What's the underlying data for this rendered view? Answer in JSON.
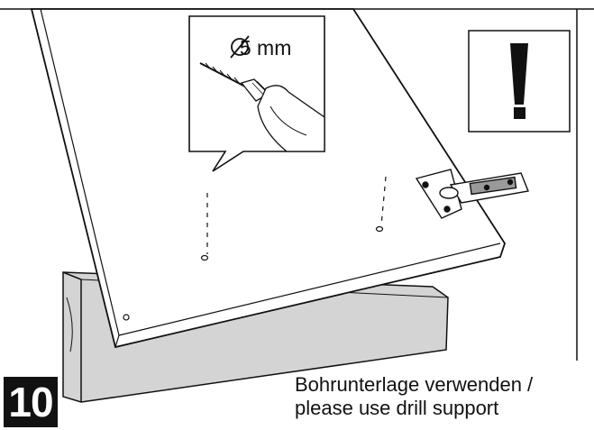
{
  "step": {
    "number": "10"
  },
  "instruction": {
    "line_de": "Bohrunterlage verwenden /",
    "line_en": "please use drill support"
  },
  "callout": {
    "diameter_label": "5 mm"
  },
  "warning": {
    "icon": "exclamation-icon"
  },
  "icons": [
    "drill-icon",
    "hinge-icon",
    "exclamation-icon",
    "diameter-icon"
  ],
  "colors": {
    "ink": "#111111",
    "panel": "#ffffff",
    "support_block": "#d4d4d4",
    "background": "#ffffff"
  }
}
